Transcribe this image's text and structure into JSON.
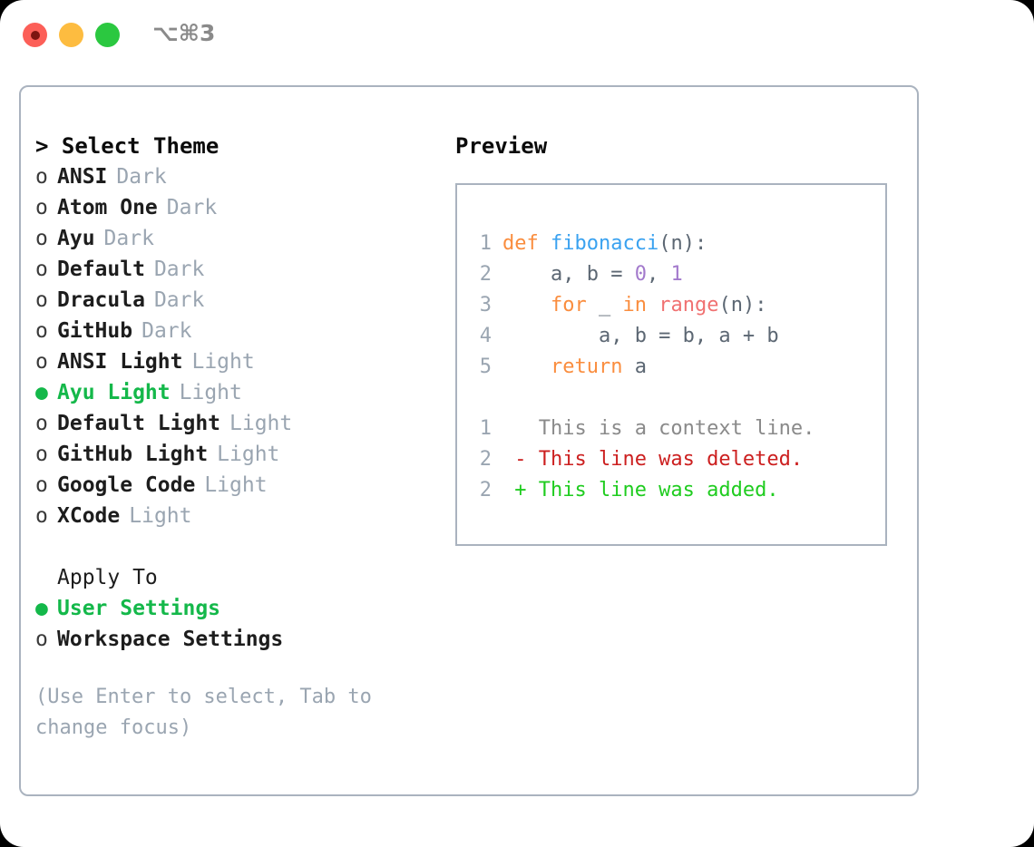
{
  "titlebar": {
    "shortcut": "⌥⌘3",
    "buttons": [
      {
        "name": "close-button",
        "color": "#fc5f58"
      },
      {
        "name": "minimize-button",
        "color": "#fdbc40"
      },
      {
        "name": "maximize-button",
        "color": "#2bc840"
      }
    ]
  },
  "theme_panel": {
    "title": "> Select Theme",
    "marker_unselected": "o",
    "marker_selected": "●",
    "themes": [
      {
        "label": "ANSI",
        "tag": "Dark",
        "selected": false
      },
      {
        "label": "Atom One",
        "tag": "Dark",
        "selected": false
      },
      {
        "label": "Ayu",
        "tag": "Dark",
        "selected": false
      },
      {
        "label": "Default",
        "tag": "Dark",
        "selected": false
      },
      {
        "label": "Dracula",
        "tag": "Dark",
        "selected": false
      },
      {
        "label": "GitHub",
        "tag": "Dark",
        "selected": false
      },
      {
        "label": "ANSI Light",
        "tag": "Light",
        "selected": false
      },
      {
        "label": "Ayu Light",
        "tag": "Light",
        "selected": true
      },
      {
        "label": "Default Light",
        "tag": "Light",
        "selected": false
      },
      {
        "label": "GitHub Light",
        "tag": "Light",
        "selected": false
      },
      {
        "label": "Google Code",
        "tag": "Light",
        "selected": false
      },
      {
        "label": "XCode",
        "tag": "Light",
        "selected": false
      }
    ],
    "apply_to": {
      "heading": "Apply To",
      "options": [
        {
          "label": "User Settings",
          "selected": true
        },
        {
          "label": "Workspace Settings",
          "selected": false
        }
      ]
    },
    "hint": "(Use Enter to select, Tab to change focus)"
  },
  "preview": {
    "title": "Preview",
    "code_lines": [
      {
        "num": "1",
        "tokens": [
          {
            "text": "def ",
            "cls": "tok-kw"
          },
          {
            "text": "fibonacci",
            "cls": "tok-fn"
          },
          {
            "text": "(n):",
            "cls": "tok-punct"
          }
        ]
      },
      {
        "num": "2",
        "tokens": [
          {
            "text": "    a, b = ",
            "cls": "tok-plain"
          },
          {
            "text": "0",
            "cls": "tok-num"
          },
          {
            "text": ", ",
            "cls": "tok-plain"
          },
          {
            "text": "1",
            "cls": "tok-num"
          }
        ]
      },
      {
        "num": "3",
        "tokens": [
          {
            "text": "    ",
            "cls": "tok-plain"
          },
          {
            "text": "for",
            "cls": "tok-kw"
          },
          {
            "text": " _ ",
            "cls": "tok-plain"
          },
          {
            "text": "in",
            "cls": "tok-kw"
          },
          {
            "text": " ",
            "cls": "tok-plain"
          },
          {
            "text": "range",
            "cls": "tok-builtin"
          },
          {
            "text": "(n):",
            "cls": "tok-punct"
          }
        ]
      },
      {
        "num": "4",
        "tokens": [
          {
            "text": "        a, b = b, a + b",
            "cls": "tok-plain"
          }
        ]
      },
      {
        "num": "5",
        "tokens": [
          {
            "text": "    ",
            "cls": "tok-plain"
          },
          {
            "text": "return",
            "cls": "tok-kw"
          },
          {
            "text": " a",
            "cls": "tok-plain"
          }
        ]
      }
    ],
    "diff_lines": [
      {
        "num": "1",
        "text": "   This is a context line.",
        "cls": "diff-ctx"
      },
      {
        "num": "2",
        "text": " - This line was deleted.",
        "cls": "diff-del"
      },
      {
        "num": "2",
        "text": " + This line was added.",
        "cls": "diff-add"
      }
    ]
  },
  "colors": {
    "accent_green": "#14b84a",
    "border": "#aab3bf",
    "muted": "#9aa5b1",
    "keyword": "#fa8d3e",
    "function": "#3aa2f0",
    "number": "#a37acc",
    "builtin": "#f07171",
    "diff_delete": "#cc1f1f",
    "diff_add": "#1fcc1f"
  }
}
